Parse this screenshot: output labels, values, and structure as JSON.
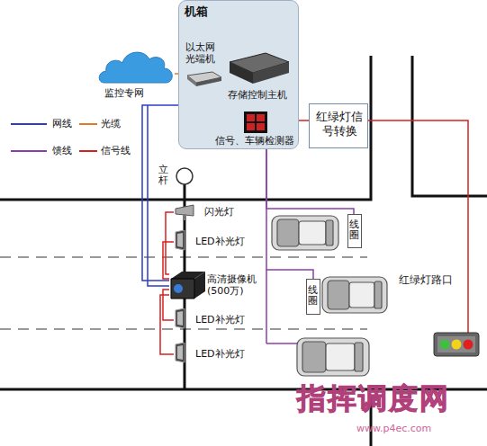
{
  "diagram": {
    "nodes": [
      {
        "text": [
          "机箱"
        ]
      },
      {
        "text": [
          "以太网光端机"
        ],
        "in": 0
      },
      {
        "text": [
          "存储控制主机"
        ],
        "in": 0
      },
      {
        "text": [
          "信号、车辆检测器"
        ],
        "in": 0
      },
      {
        "text": [
          "监控专网"
        ]
      },
      {
        "text": [
          "红绿灯信号转换"
        ]
      },
      {
        "text": [
          "立杆"
        ]
      },
      {
        "text": [
          "闪光灯"
        ]
      },
      {
        "text": [
          "LED补光灯"
        ]
      },
      {
        "text": [
          "高清摄像机 (500万)"
        ]
      },
      {
        "text": [
          "LED补光灯"
        ]
      },
      {
        "text": [
          "LED补光灯"
        ]
      },
      {
        "text": [
          "线圈"
        ]
      },
      {
        "text": [
          "线圈"
        ]
      }
    ],
    "edges": [
      {
        "from": 4,
        "to": 1,
        "arrow": "none"
      },
      {
        "from": 2,
        "to": 9,
        "arrow": "none"
      },
      {
        "from": 3,
        "to": 5,
        "arrow": "none"
      },
      {
        "from": 3,
        "to": 12,
        "arrow": "none"
      },
      {
        "from": 3,
        "to": 13,
        "arrow": "none"
      },
      {
        "from": 9,
        "to": 7,
        "arrow": "none"
      },
      {
        "from": 9,
        "to": 8,
        "arrow": "none"
      },
      {
        "from": 9,
        "to": 10,
        "arrow": "none"
      },
      {
        "from": 9,
        "to": 11,
        "arrow": "none"
      }
    ],
    "labels": [
      "红绿灯路口",
      "指挥调度网",
      "www.p4ec.com"
    ],
    "legend": [
      {
        "text": "网线"
      },
      {
        "text": "光缆"
      },
      {
        "text": "馈线"
      },
      {
        "text": "信号线"
      }
    ]
  }
}
